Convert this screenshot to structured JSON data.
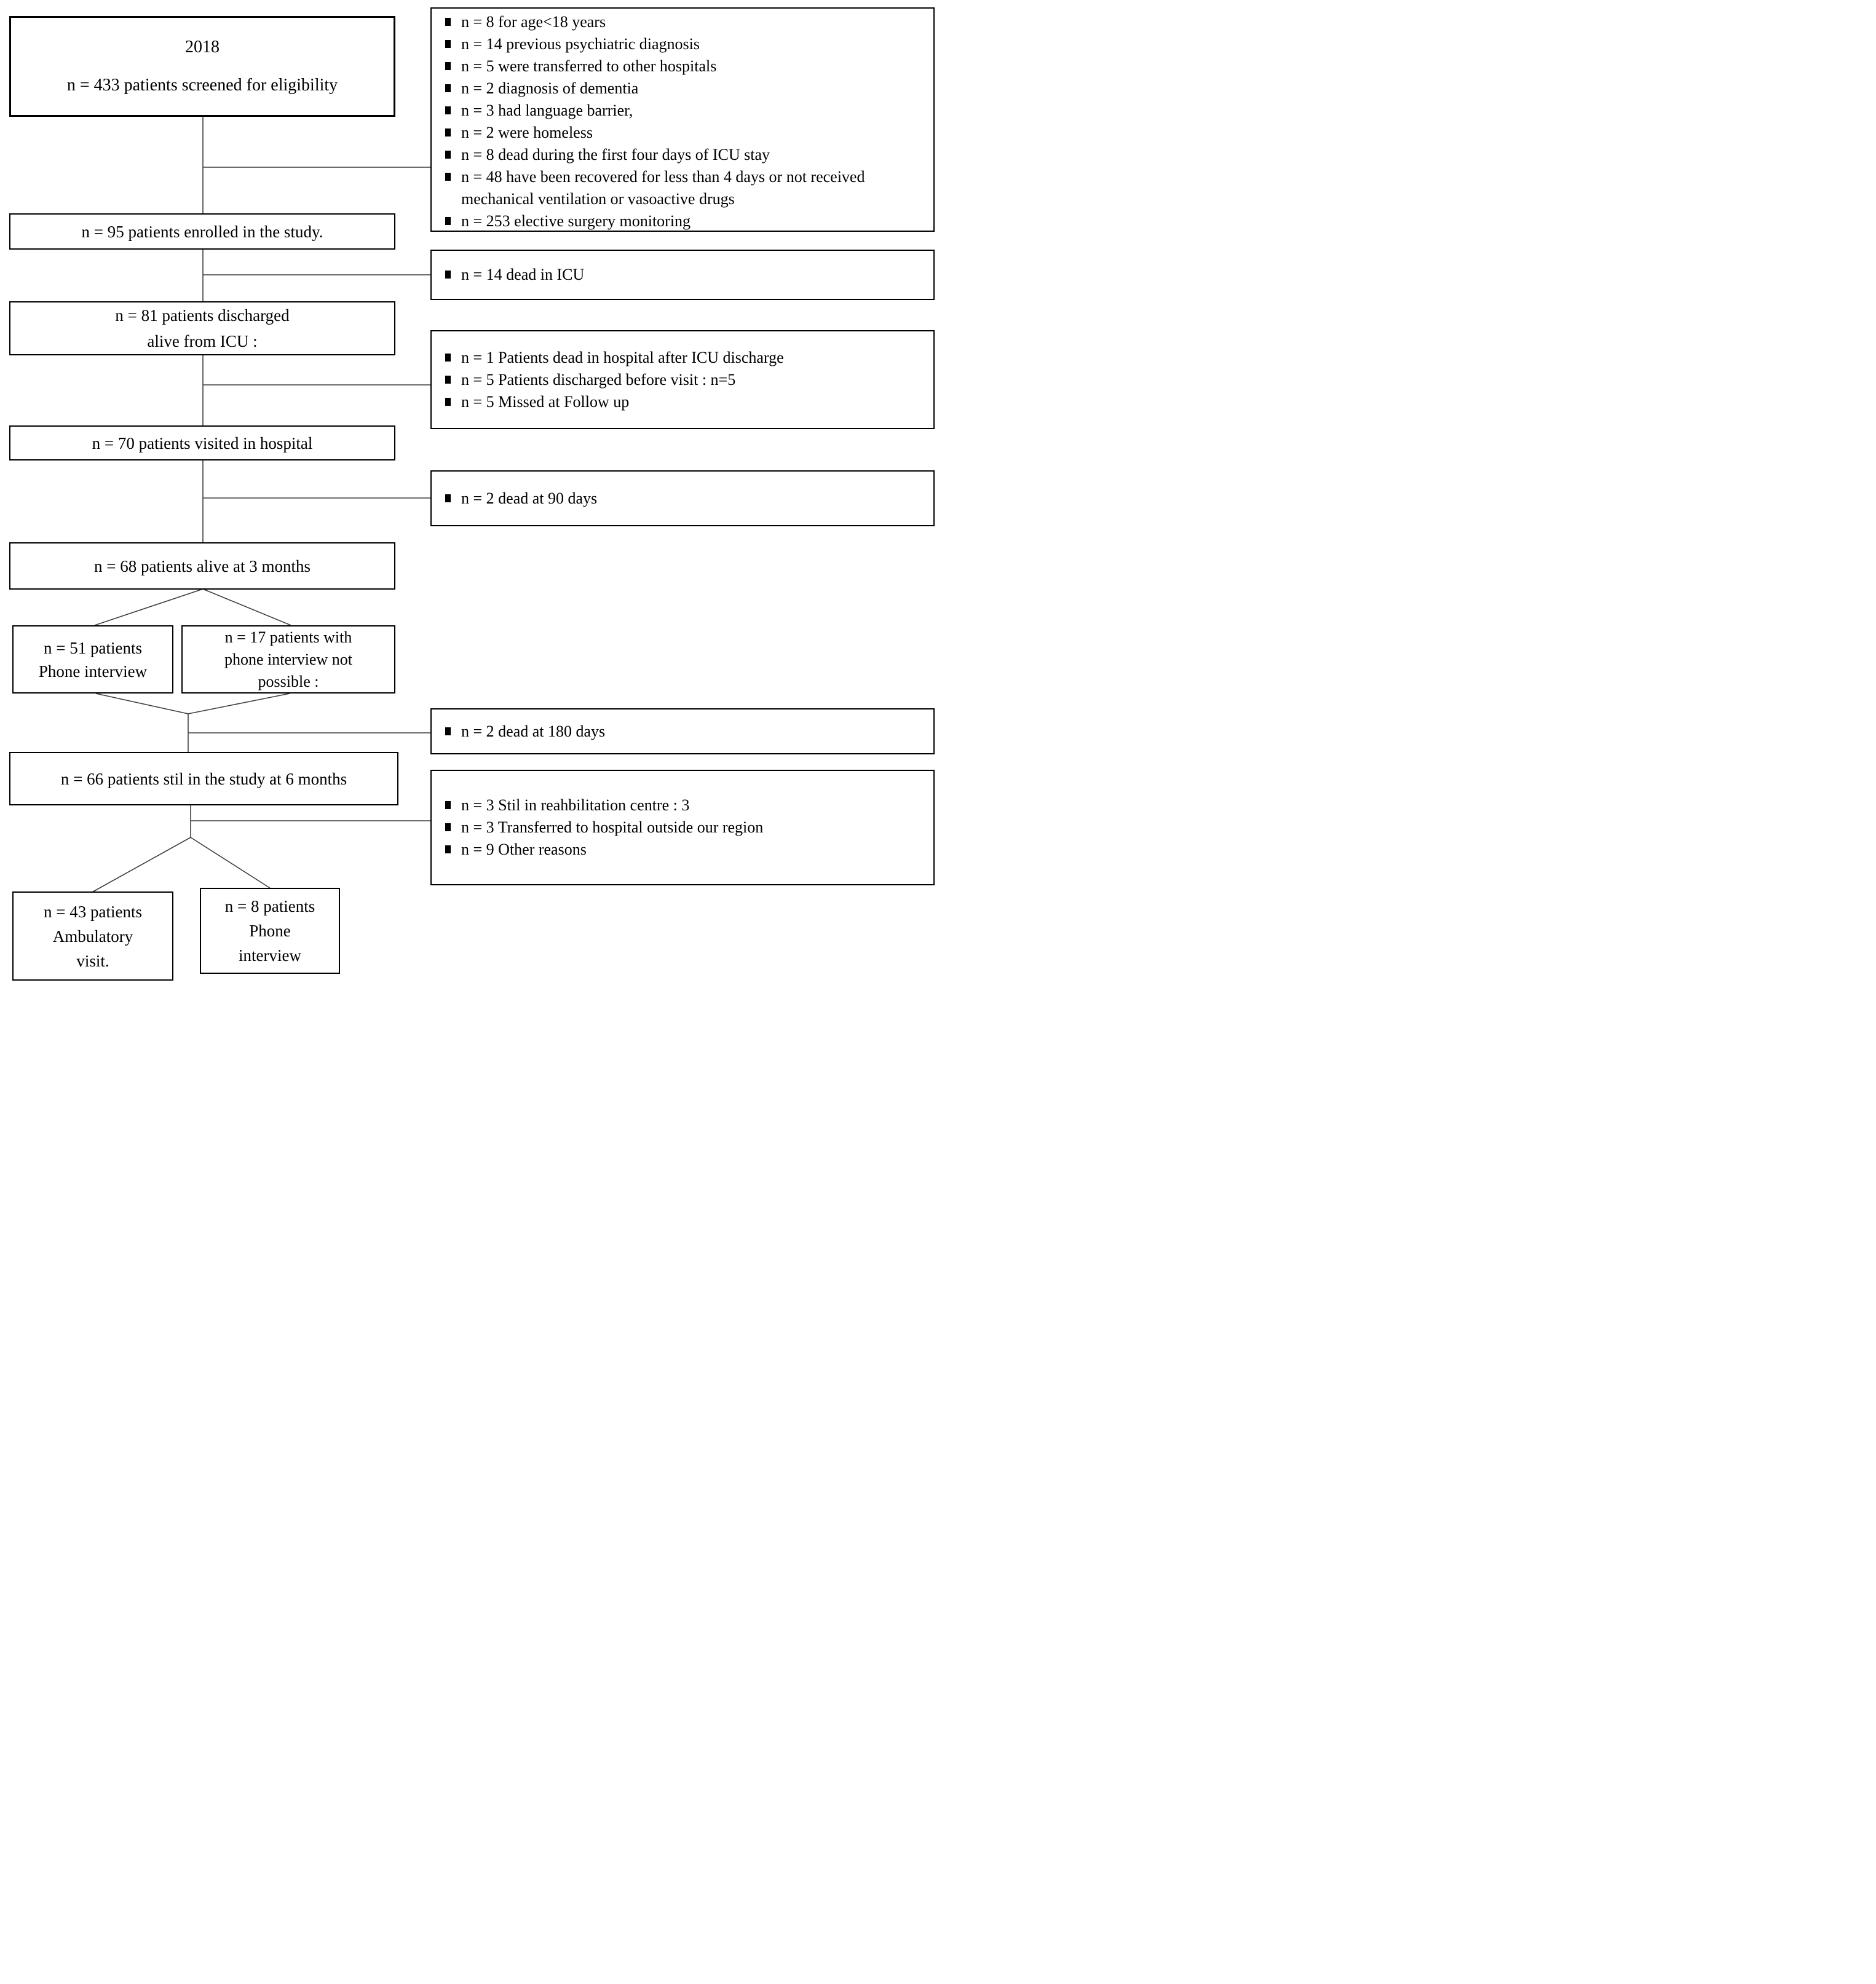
{
  "nodes": {
    "screened": {
      "lines": [
        "2018",
        "n = 433 patients screened for eligibility"
      ]
    },
    "exclusions": {
      "items": [
        "n = 8 for age<18 years",
        "n = 14 previous psychiatric diagnosis",
        "n = 5 were transferred to other hospitals",
        "n = 2 diagnosis of dementia",
        "n = 3 had language barrier,",
        "n = 2 were homeless",
        "n = 8 dead during the first four days of ICU stay",
        "n = 48 have been recovered for less than 4 days or not received mechanical ventilation or vasoactive drugs",
        "n = 253 elective surgery monitoring"
      ]
    },
    "enrolled": {
      "label": "n = 95 patients enrolled in the study."
    },
    "dead_icu": {
      "items": [
        "n = 14 dead in ICU"
      ]
    },
    "discharged": {
      "lines": [
        "n = 81 patients discharged",
        "alive from ICU :"
      ]
    },
    "after_discharge": {
      "items": [
        "n = 1 Patients dead in hospital after ICU discharge",
        "n = 5 Patients discharged before visit : n=5",
        "n = 5 Missed at Follow up"
      ]
    },
    "visited": {
      "label": "n = 70 patients visited in hospital"
    },
    "dead_90": {
      "items": [
        "n = 2 dead at 90 days"
      ]
    },
    "alive_3m": {
      "label": "n = 68 patients alive at 3 months"
    },
    "phone_51": {
      "lines": [
        "n = 51 patients",
        "Phone interview"
      ]
    },
    "phone_not_possible_17": {
      "lines": [
        "n = 17 patients with",
        "phone interview not",
        "possible :"
      ]
    },
    "dead_180": {
      "items": [
        "n = 2 dead at 180 days"
      ]
    },
    "still_6m": {
      "label": "n = 66 patients stil in the study at 6 months"
    },
    "six_month_reasons": {
      "items": [
        "n = 3 Stil in reahbilitation centre : 3",
        "n = 3 Transferred to hospital outside our region",
        "n = 9 Other reasons"
      ]
    },
    "ambulatory_43": {
      "lines": [
        "n = 43 patients",
        "Ambulatory",
        "visit."
      ]
    },
    "phone_8": {
      "lines": [
        "n = 8 patients",
        "Phone",
        "interview"
      ]
    }
  },
  "colors": {
    "border": "#000000",
    "connector": "#3f3f3f",
    "text": "#000000",
    "background": "#ffffff"
  }
}
